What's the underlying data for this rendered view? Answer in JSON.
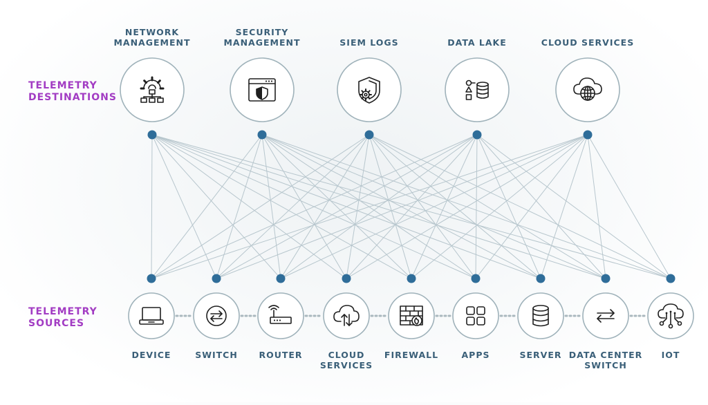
{
  "sections": {
    "destinations_label": [
      "TELEMETRY",
      "DESTINATIONS"
    ],
    "sources_label": [
      "TELEMETRY",
      "SOURCES"
    ]
  },
  "destinations": [
    {
      "label_lines": [
        "NETWORK",
        "MANAGEMENT"
      ],
      "icon": "network-management-icon"
    },
    {
      "label_lines": [
        "SECURITY",
        "MANAGEMENT"
      ],
      "icon": "security-management-icon"
    },
    {
      "label_lines": [
        "SIEM LOGS"
      ],
      "icon": "siem-logs-icon"
    },
    {
      "label_lines": [
        "DATA LAKE"
      ],
      "icon": "data-lake-icon"
    },
    {
      "label_lines": [
        "CLOUD SERVICES"
      ],
      "icon": "cloud-services-icon"
    }
  ],
  "sources": [
    {
      "label_lines": [
        "DEVICE"
      ],
      "icon": "device-icon"
    },
    {
      "label_lines": [
        "SWITCH"
      ],
      "icon": "switch-icon"
    },
    {
      "label_lines": [
        "ROUTER"
      ],
      "icon": "router-icon"
    },
    {
      "label_lines": [
        "CLOUD",
        "SERVICES"
      ],
      "icon": "cloud-upload-download-icon"
    },
    {
      "label_lines": [
        "FIREWALL"
      ],
      "icon": "firewall-icon"
    },
    {
      "label_lines": [
        "APPS"
      ],
      "icon": "apps-icon"
    },
    {
      "label_lines": [
        "SERVER"
      ],
      "icon": "server-icon"
    },
    {
      "label_lines": [
        "DATA CENTER",
        "SWITCH"
      ],
      "icon": "data-center-switch-icon"
    },
    {
      "label_lines": [
        "IOT"
      ],
      "icon": "iot-icon"
    }
  ],
  "colors": {
    "node": "#2f6d99",
    "line": "#b7c6cd",
    "circle_stroke": "#9fb2ba",
    "label": "#3a5f78",
    "accent": "#a23cc3",
    "icon": "#1f1f1f"
  }
}
